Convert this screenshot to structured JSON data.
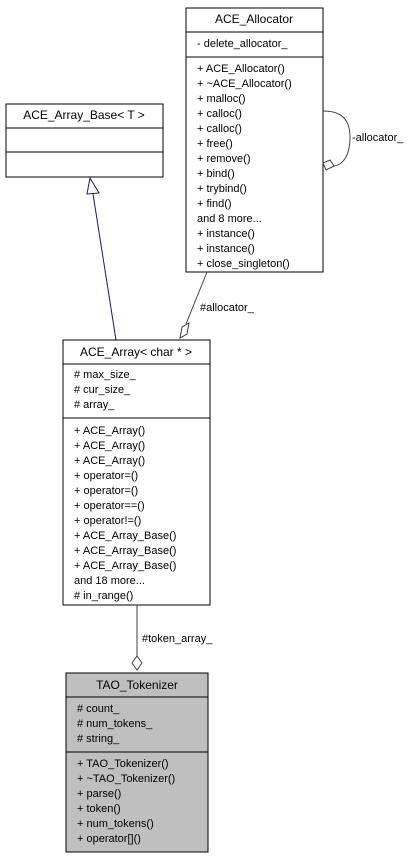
{
  "classes": {
    "allocator": {
      "title": "ACE_Allocator",
      "attributes": [
        "- delete_allocator_"
      ],
      "methods": [
        "+ ACE_Allocator()",
        "+ ~ACE_Allocator()",
        "+ malloc()",
        "+ calloc()",
        "+ calloc()",
        "+ free()",
        "+ remove()",
        "+ bind()",
        "+ trybind()",
        "+ find()",
        "and 8 more...",
        "+ instance()",
        "+ instance()",
        "+ close_singleton()"
      ]
    },
    "array_base": {
      "title": "ACE_Array_Base< T >",
      "attributes": [],
      "methods": []
    },
    "array": {
      "title": "ACE_Array< char * >",
      "attributes": [
        "# max_size_",
        "# cur_size_",
        "# array_"
      ],
      "methods": [
        "+ ACE_Array()",
        "+ ACE_Array()",
        "+ ACE_Array()",
        "+ operator=()",
        "+ operator=()",
        "+ operator==()",
        "+ operator!=()",
        "+ ACE_Array_Base()",
        "+ ACE_Array_Base()",
        "+ ACE_Array_Base()",
        "and 18 more...",
        "# in_range()"
      ]
    },
    "tokenizer": {
      "title": "TAO_Tokenizer",
      "attributes": [
        "# count_",
        "# num_tokens_",
        "# string_"
      ],
      "methods": [
        "+ TAO_Tokenizer()",
        "+ ~TAO_Tokenizer()",
        "+ parse()",
        "+ token()",
        "+ num_tokens()",
        "+ operator[]()"
      ]
    }
  },
  "edges": {
    "self_allocator": "-allocator_",
    "allocator": "#allocator_",
    "token_array": "#token_array_"
  },
  "colors": {
    "inheritance": "#191970",
    "highlight_fill": "#bfbfbf",
    "stroke": "#000000"
  }
}
